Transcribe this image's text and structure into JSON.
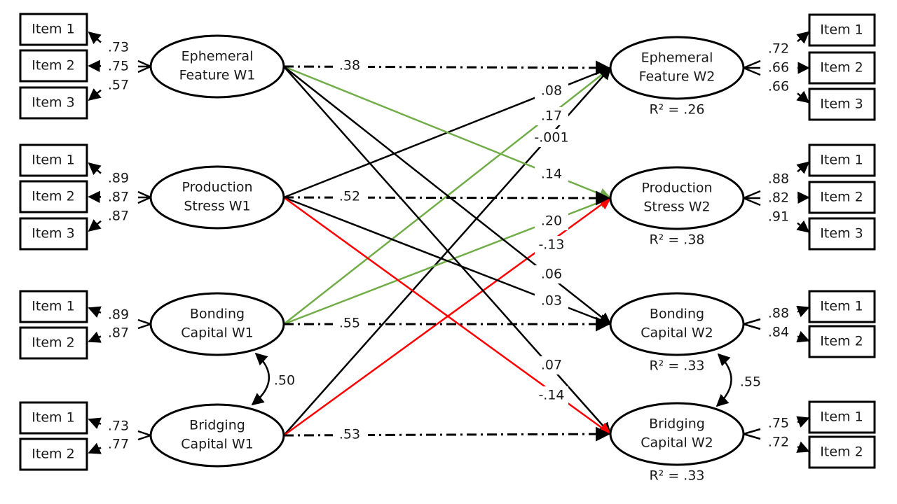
{
  "colors": {
    "black": "#000000",
    "positive": "#70ad47",
    "negative": "#ff0000"
  },
  "latents_w1": [
    {
      "id": "EF1",
      "line1": "Ephemeral",
      "line2": "Feature W1",
      "items": [
        "Item 1",
        "Item 2",
        "Item 3"
      ],
      "loadings": [
        ".73",
        ".75",
        ".57"
      ]
    },
    {
      "id": "PS1",
      "line1": "Production",
      "line2": "Stress W1",
      "items": [
        "Item 1",
        "Item 2",
        "Item 3"
      ],
      "loadings": [
        ".89",
        ".87",
        ".87"
      ]
    },
    {
      "id": "BO1",
      "line1": "Bonding",
      "line2": "Capital W1",
      "items": [
        "Item 1",
        "Item 2"
      ],
      "loadings": [
        ".89",
        ".87"
      ]
    },
    {
      "id": "BR1",
      "line1": "Bridging",
      "line2": "Capital W1",
      "items": [
        "Item 1",
        "Item 2"
      ],
      "loadings": [
        ".73",
        ".77"
      ]
    }
  ],
  "latents_w2": [
    {
      "id": "EF2",
      "line1": "Ephemeral",
      "line2": "Feature W2",
      "r2": "R² = .26",
      "items": [
        "Item 1",
        "Item 2",
        "Item 3"
      ],
      "loadings": [
        ".72",
        ".66",
        ".66"
      ]
    },
    {
      "id": "PS2",
      "line1": "Production",
      "line2": "Stress W2",
      "r2": "R² = .38",
      "items": [
        "Item 1",
        "Item 2",
        "Item 3"
      ],
      "loadings": [
        ".88",
        ".82",
        ".91"
      ]
    },
    {
      "id": "BO2",
      "line1": "Bonding",
      "line2": "Capital W2",
      "r2": "R² = .33",
      "items": [
        "Item 1",
        "Item 2"
      ],
      "loadings": [
        ".88",
        ".84"
      ]
    },
    {
      "id": "BR2",
      "line1": "Bridging",
      "line2": "Capital W2",
      "r2": "R² = .33",
      "items": [
        "Item 1",
        "Item 2"
      ],
      "loadings": [
        ".75",
        ".72"
      ]
    }
  ],
  "autoregressive_paths": [
    {
      "from": "EF1",
      "to": "EF2",
      "value": ".38"
    },
    {
      "from": "PS1",
      "to": "PS2",
      "value": ".52"
    },
    {
      "from": "BO1",
      "to": "BO2",
      "value": ".55"
    },
    {
      "from": "BR1",
      "to": "BR2",
      "value": ".53"
    }
  ],
  "cross_lagged_paths": [
    {
      "from": "PS1",
      "to": "EF2",
      "value": ".08",
      "sign": "ns"
    },
    {
      "from": "BO1",
      "to": "EF2",
      "value": ".17",
      "sign": "positive"
    },
    {
      "from": "BR1",
      "to": "EF2",
      "value": "-.001",
      "sign": "ns"
    },
    {
      "from": "EF1",
      "to": "PS2",
      "value": ".14",
      "sign": "positive"
    },
    {
      "from": "BO1",
      "to": "PS2",
      "value": ".20",
      "sign": "positive"
    },
    {
      "from": "BR1",
      "to": "PS2",
      "value": "-.13",
      "sign": "negative"
    },
    {
      "from": "EF1",
      "to": "BO2",
      "value": ".06",
      "sign": "ns"
    },
    {
      "from": "PS1",
      "to": "BO2",
      "value": ".03",
      "sign": "ns"
    },
    {
      "from": "EF1",
      "to": "BR2",
      "value": ".07",
      "sign": "ns"
    },
    {
      "from": "PS1",
      "to": "BR2",
      "value": "-.14",
      "sign": "negative"
    }
  ],
  "covariances": [
    {
      "between": [
        "BO1",
        "BR1"
      ],
      "value": ".50"
    },
    {
      "between": [
        "BO2",
        "BR2"
      ],
      "value": ".55"
    }
  ]
}
